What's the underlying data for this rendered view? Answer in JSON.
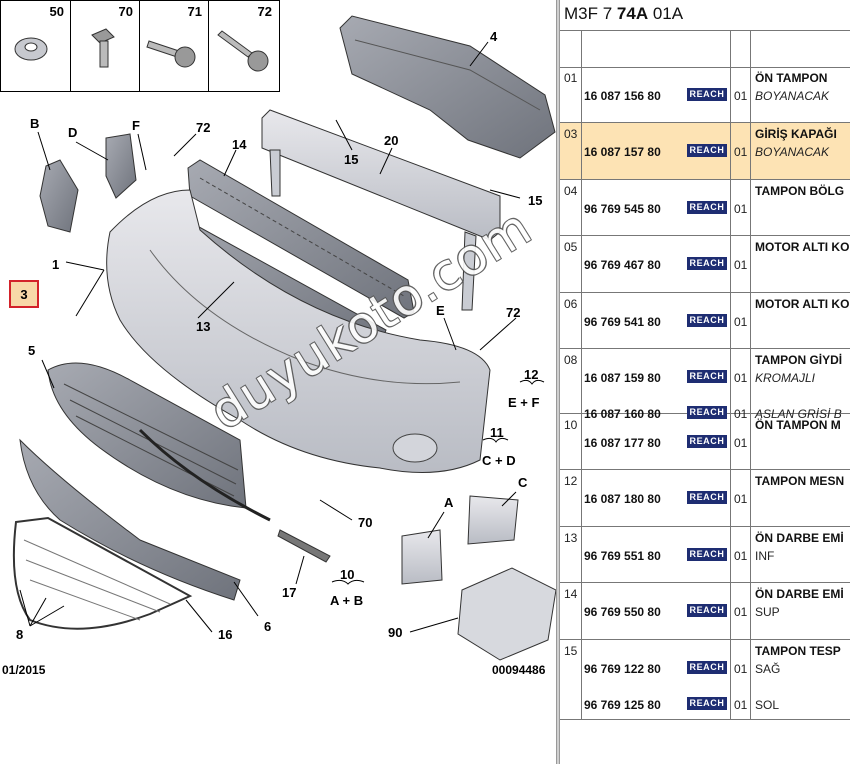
{
  "diagram": {
    "fasteners": [
      "50",
      "70",
      "71",
      "72"
    ],
    "callouts": {
      "part4": "4",
      "part15a": "15",
      "part20": "20",
      "part15b": "15",
      "partB": "B",
      "partD": "D",
      "partF": "F",
      "part72a": "72",
      "part14": "14",
      "part1": "1",
      "part3": "3",
      "part13": "13",
      "partE": "E",
      "part72b": "72",
      "part5": "5",
      "part12": "12",
      "part12sub": "E + F",
      "part11": "11",
      "part11sub": "C + D",
      "part70": "70",
      "partA": "A",
      "partC": "C",
      "part10": "10",
      "part10sub": "A + B",
      "part17": "17",
      "part90": "90",
      "part6": "6",
      "part16": "16",
      "part8": "8"
    },
    "date_code": "01/2015",
    "doc_code": "00094486",
    "watermark": "duyukoto.com"
  },
  "parts_table": {
    "reference_prefix": "M3F 7 ",
    "reference_bold": "74A",
    "reference_suffix": " 01A",
    "badge": "REACH",
    "rows": [
      {
        "pos": "01",
        "desc": "ÖN TAMPON",
        "entries": [
          {
            "pn": "16 087 156 80",
            "ver": "01",
            "note": "BOYANACAK"
          }
        ]
      },
      {
        "pos": "03",
        "desc": "GİRİŞ KAPAĞI",
        "entries": [
          {
            "pn": "16 087 157 80",
            "ver": "01",
            "note": "BOYANACAK"
          }
        ]
      },
      {
        "pos": "04",
        "desc": "TAMPON BÖLG",
        "entries": [
          {
            "pn": "96 769 545 80",
            "ver": "01",
            "note": ""
          }
        ]
      },
      {
        "pos": "05",
        "desc": "MOTOR ALTI KO",
        "entries": [
          {
            "pn": "96 769 467 80",
            "ver": "01",
            "note": ""
          }
        ]
      },
      {
        "pos": "06",
        "desc": "MOTOR ALTI KO",
        "entries": [
          {
            "pn": "96 769 541 80",
            "ver": "01",
            "note": ""
          }
        ]
      },
      {
        "pos": "08",
        "desc": "TAMPON GİYDİ",
        "entries": [
          {
            "pn": "16 087 159 80",
            "ver": "01",
            "note": "KROMAJLI"
          },
          {
            "pn": "16 087 160 80",
            "ver": "01",
            "note": "ASLAN GRİSİ B"
          }
        ]
      },
      {
        "pos": "10",
        "desc": "ÖN TAMPON M",
        "entries": [
          {
            "pn": "16 087 177 80",
            "ver": "01",
            "note": ""
          }
        ]
      },
      {
        "pos": "12",
        "desc": "TAMPON MESN",
        "entries": [
          {
            "pn": "16 087 180 80",
            "ver": "01",
            "note": ""
          }
        ]
      },
      {
        "pos": "13",
        "desc": "ÖN DARBE EMİ",
        "entries": [
          {
            "pn": "96 769 551 80",
            "ver": "01",
            "note": "INF"
          }
        ]
      },
      {
        "pos": "14",
        "desc": "ÖN DARBE EMİ",
        "entries": [
          {
            "pn": "96 769 550 80",
            "ver": "01",
            "note": "SUP"
          }
        ]
      },
      {
        "pos": "15",
        "desc": "TAMPON TESP",
        "entries": [
          {
            "pn": "96 769 122 80",
            "ver": "01",
            "note": "SAĞ"
          },
          {
            "pn": "96 769 125 80",
            "ver": "01",
            "note": "SOL"
          }
        ]
      }
    ]
  }
}
